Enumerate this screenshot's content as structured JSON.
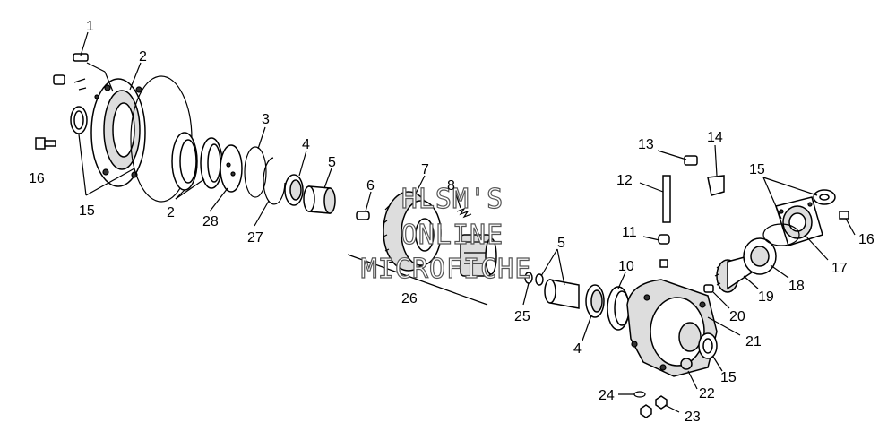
{
  "callouts": {
    "c1": "1",
    "c2a": "2",
    "c2b": "2",
    "c3": "3",
    "c4a": "4",
    "c4b": "4",
    "c5a": "5",
    "c5b": "5",
    "c6": "6",
    "c7": "7",
    "c8": "8",
    "c10": "10",
    "c11": "11",
    "c12": "12",
    "c13": "13",
    "c14": "14",
    "c15a": "15",
    "c15b": "15",
    "c15c": "15",
    "c16a": "16",
    "c16b": "16",
    "c17": "17",
    "c18": "18",
    "c19": "19",
    "c20": "20",
    "c21": "21",
    "c22": "22",
    "c23": "23",
    "c24": "24",
    "c25": "25",
    "c26": "26",
    "c27": "27",
    "c28": "28"
  },
  "watermark": {
    "line1": "HLSM'S",
    "line2": "ONLINE",
    "line3": "MICROFICHE"
  },
  "colors": {
    "ink": "#000000",
    "fill": "#ffffff",
    "shade": "#dddddd"
  }
}
